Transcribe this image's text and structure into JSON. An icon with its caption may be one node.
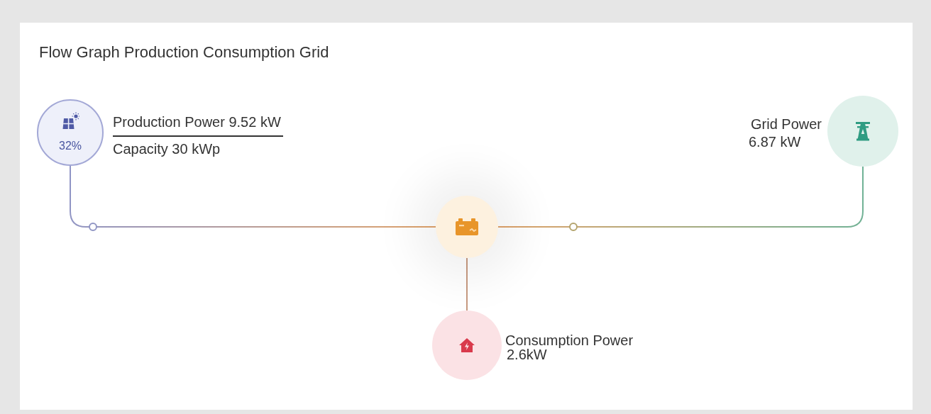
{
  "diagram": {
    "title": "Flow Graph Production Consumption Grid",
    "nodes": [
      {
        "text": [
          "32%"
        ],
        "beside": [
          "Production Power 9.52 kW",
          "Capacity 30 kWp"
        ]
      },
      {
        "text": [],
        "shape": "circle",
        "beside": [
          "Grid Power",
          "6.87 kW"
        ]
      },
      {
        "text": [],
        "shape": "circle"
      },
      {
        "text": [],
        "shape": "circle",
        "beside": [
          "Consumption Power",
          "2.6kW"
        ]
      }
    ],
    "edges": [
      {
        "from": 0,
        "to": 2,
        "arrow": "none",
        "color": "#8f95c6"
      },
      {
        "from": 2,
        "to": 1,
        "arrow": "none",
        "color": "#e0a36a"
      },
      {
        "from": 2,
        "to": 3,
        "arrow": "none",
        "color": "#c79a80"
      }
    ]
  }
}
